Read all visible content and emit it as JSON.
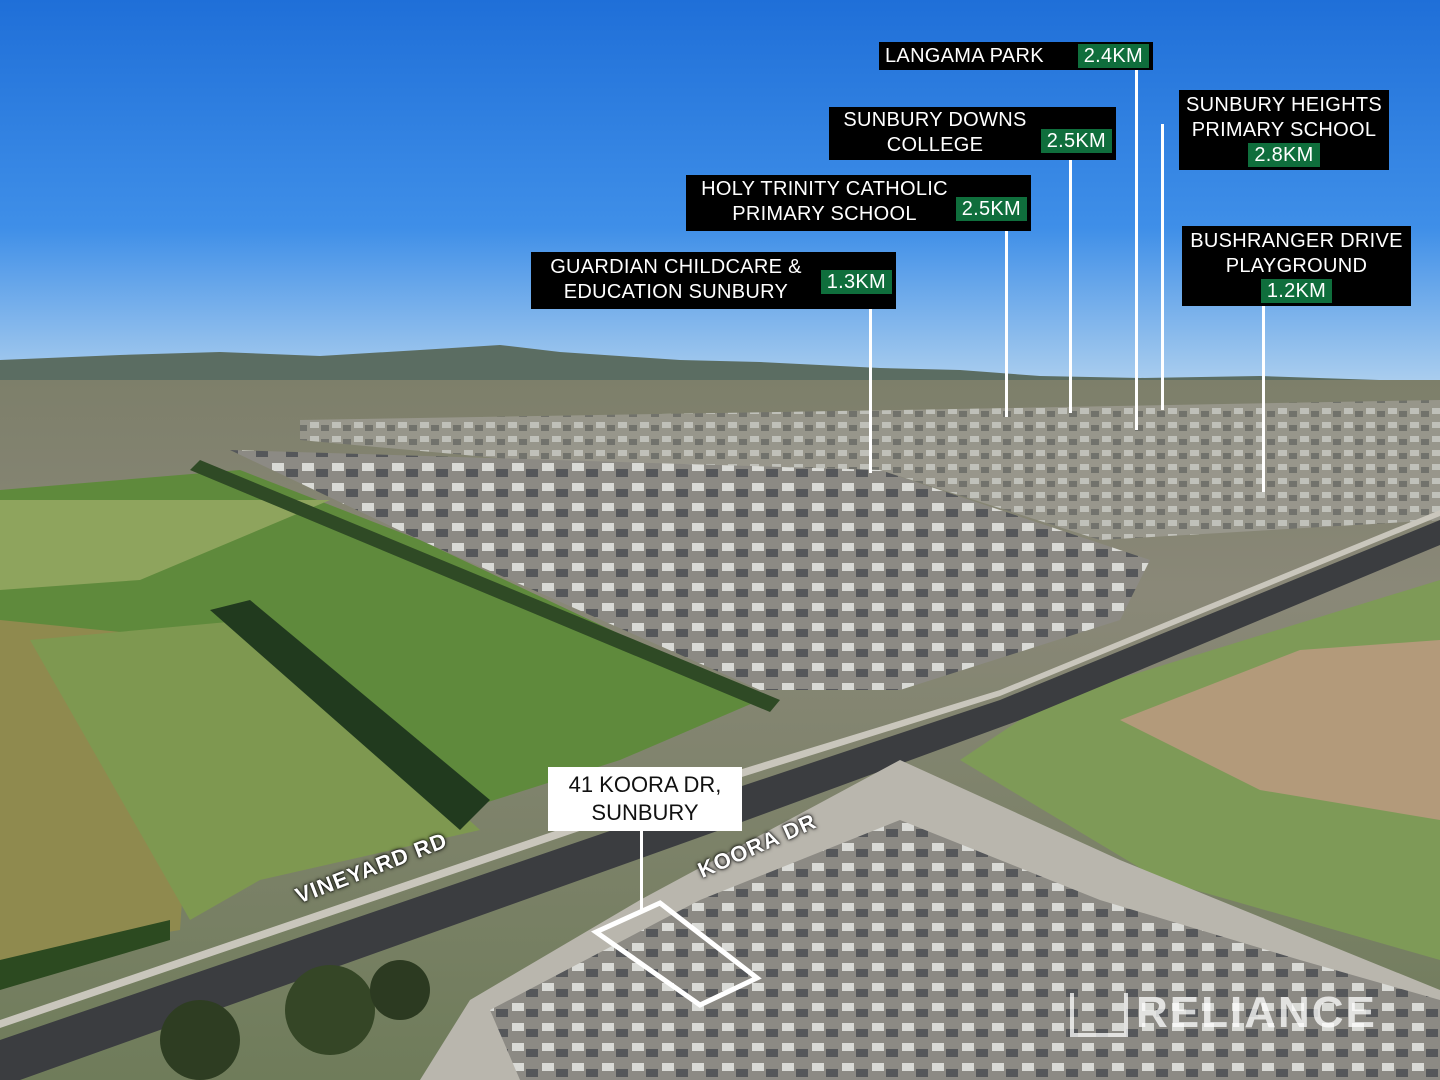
{
  "callouts": [
    {
      "name": "LANGAMA PARK",
      "distance": "2.4KM"
    },
    {
      "name": "SUNBURY DOWNS\nCOLLEGE",
      "distance": "2.5KM"
    },
    {
      "name": "HOLY TRINITY CATHOLIC\nPRIMARY SCHOOL",
      "distance": "2.5KM"
    },
    {
      "name": "GUARDIAN CHILDCARE &\nEDUCATION SUNBURY",
      "distance": "1.3KM"
    },
    {
      "name": "SUNBURY HEIGHTS\nPRIMARY SCHOOL",
      "distance": "2.8KM"
    },
    {
      "name": "BUSHRANGER DRIVE\nPLAYGROUND",
      "distance": "1.2KM"
    }
  ],
  "property_label": "41 KOORA DR,\nSUNBURY",
  "roads": {
    "vineyard": "VINEYARD RD",
    "koora": "KOORA DR"
  },
  "watermark": "RELIANCE",
  "colors": {
    "distance_badge": "#0f6e3c",
    "sky_top": "#1f6fd8",
    "grass": "#5e8a3a"
  }
}
